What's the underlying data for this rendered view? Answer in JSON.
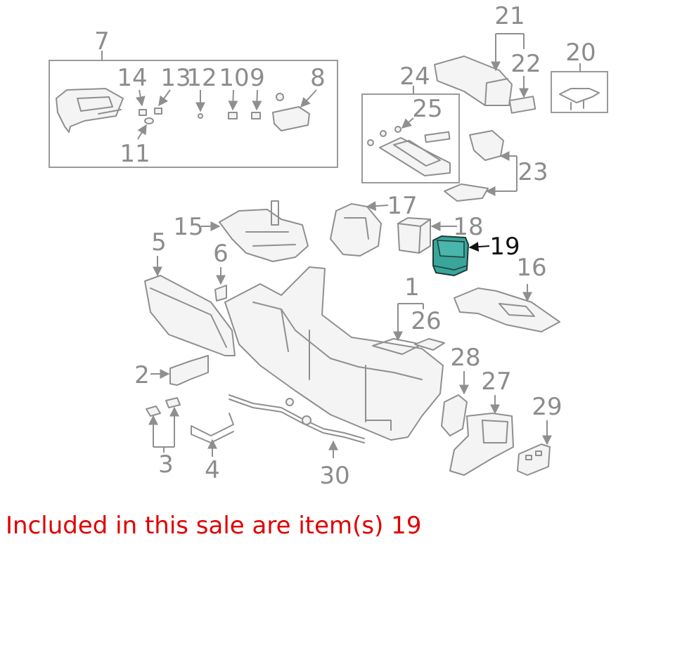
{
  "diagram": {
    "callouts": [
      "7",
      "14",
      "13",
      "12",
      "10",
      "9",
      "8",
      "11",
      "24",
      "25",
      "21",
      "22",
      "20",
      "23",
      "17",
      "18",
      "19",
      "15",
      "5",
      "6",
      "16",
      "1",
      "26",
      "28",
      "27",
      "29",
      "2",
      "3",
      "4",
      "30"
    ],
    "highlighted_callout": "19",
    "highlight_color": "#3aa59a"
  },
  "caption": {
    "text": "Included in this sale are item(s) 19",
    "color": "#e00000"
  }
}
